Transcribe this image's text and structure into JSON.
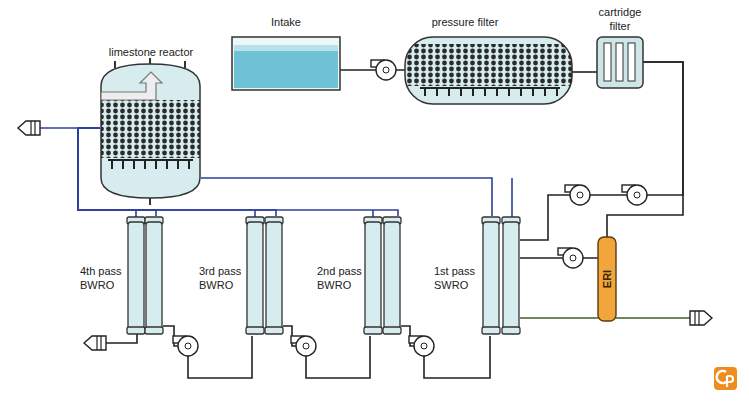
{
  "diagram": {
    "nodes": [
      {
        "text": [
          "Intake"
        ]
      },
      {
        "text": [
          "pressure filter"
        ]
      },
      {
        "text": [
          "cartridge filter"
        ]
      },
      {
        "text": [
          "limestone reactor"
        ]
      },
      {
        "text": [
          "4th pass BWRO"
        ]
      },
      {
        "text": [
          "3rd pass BWRO"
        ]
      },
      {
        "text": [
          "2nd pass BWRO"
        ]
      },
      {
        "text": [
          "1st pass SWRO"
        ]
      },
      {
        "text": [
          "ERI"
        ]
      }
    ],
    "edges": [
      {
        "from": 0,
        "to": 1,
        "arrow": "none"
      },
      {
        "from": 1,
        "to": 2,
        "arrow": "none"
      },
      {
        "from": 2,
        "to": 7,
        "arrow": "none"
      },
      {
        "from": 2,
        "to": 8,
        "arrow": "none"
      },
      {
        "from": 8,
        "to": 7,
        "arrow": "none"
      },
      {
        "from": 7,
        "to": 8,
        "arrow": "none"
      },
      {
        "from": 7,
        "to": 6,
        "arrow": "none"
      },
      {
        "from": 6,
        "to": 5,
        "arrow": "none"
      },
      {
        "from": 5,
        "to": 4,
        "arrow": "none"
      },
      {
        "from": 7,
        "to": 3,
        "arrow": "none"
      },
      {
        "from": 6,
        "to": 3,
        "arrow": "none"
      },
      {
        "from": 5,
        "to": 3,
        "arrow": "none"
      },
      {
        "from": 4,
        "to": 3,
        "arrow": "none"
      }
    ]
  }
}
